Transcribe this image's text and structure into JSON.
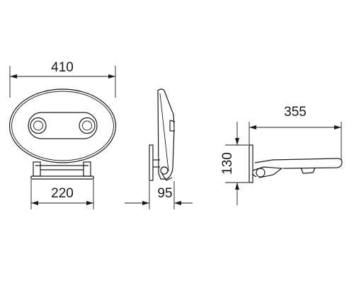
{
  "dimensions": {
    "front_width": "410",
    "bracket_width": "220",
    "side_depth_folded": "95",
    "open_depth": "355",
    "open_height": "130"
  }
}
